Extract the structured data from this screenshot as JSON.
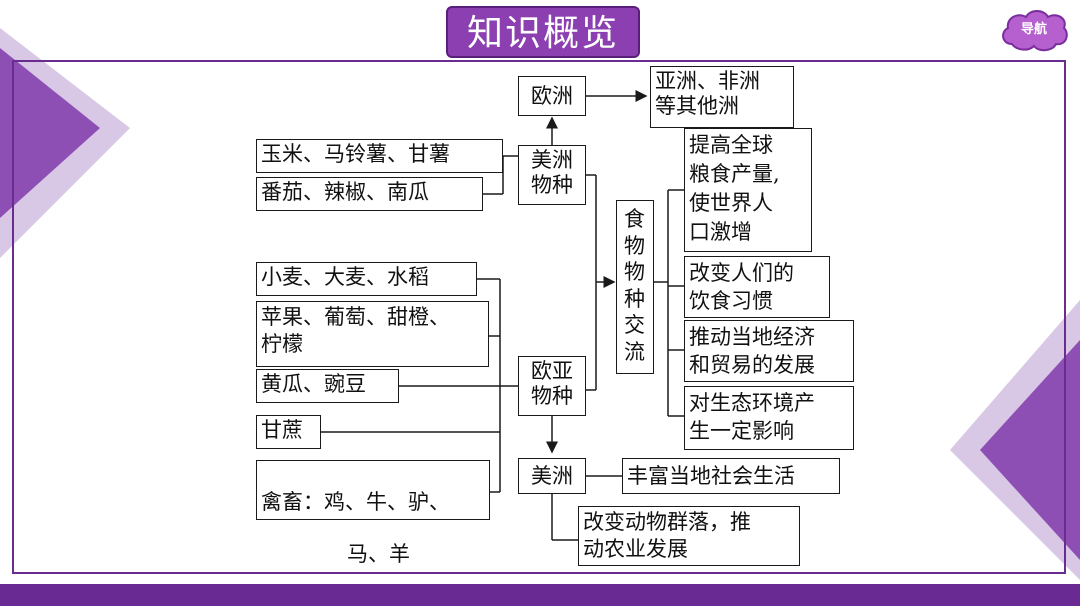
{
  "header": {
    "title": "知识概览",
    "nav_label": "导航"
  },
  "colors": {
    "accent": "#8b3fb0",
    "frame": "#6a2c91",
    "footer": "#6a2a93",
    "nav_bubble": "#b65fcf"
  },
  "diagram": {
    "europe_top": "欧洲",
    "asia_africa": "亚洲、非洲\n等其他洲",
    "america_species": "美洲\n物种",
    "corn_potato": "玉米、马铃薯、甘薯",
    "tomato_pepper": "番茄、辣椒、南瓜",
    "wheat": "小麦、大麦、水稻",
    "apple_grape": "苹果、葡萄、甜橙、\n柠檬",
    "cucumber_pea": "黄瓜、豌豆",
    "sugarcane": "甘蔗",
    "livestock_line1": "禽畜：鸡、牛、驴、",
    "livestock_line2": "马、羊",
    "eurasia_species": "欧亚\n物种",
    "food_exchange": "食\n物\n物\n种\n交\n流",
    "effect_population": "提高全球\n粮食产量,\n使世界人\n口激增",
    "effect_diet": "改变人们的\n饮食习惯",
    "effect_trade": "推动当地经济\n和贸易的发展",
    "effect_ecology": "对生态环境产\n生一定影响",
    "america_bottom": "美洲",
    "enrich_life": "丰富当地社会生活",
    "animal_change": "改变动物群落，推\n动农业发展"
  }
}
